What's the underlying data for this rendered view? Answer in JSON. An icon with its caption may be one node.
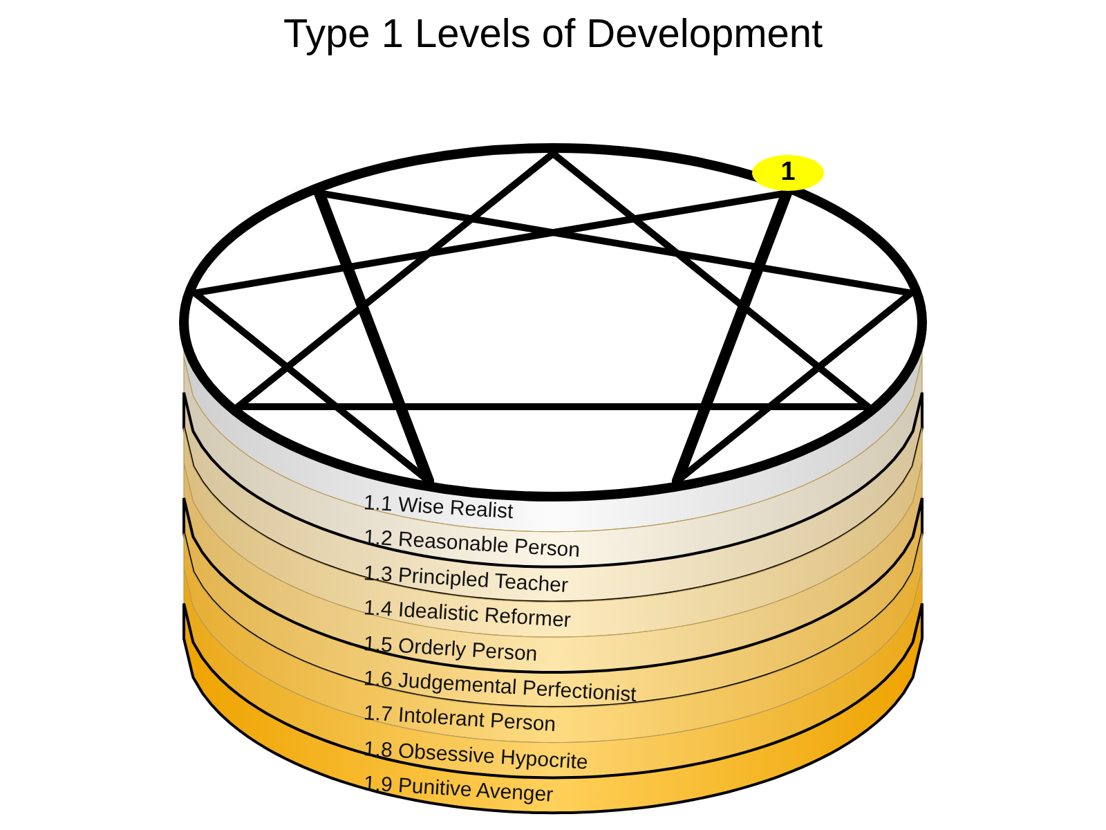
{
  "diagram": {
    "title": "Type 1 Levels of Development",
    "nodes": [
      {
        "text": [
          "1"
        ]
      },
      {
        "text": [
          "1.1 Wise Realist"
        ]
      },
      {
        "text": [
          "1.2 Reasonable Person"
        ]
      },
      {
        "text": [
          "1.3 Principled Teacher"
        ]
      },
      {
        "text": [
          "1.4 Idealistic Reformer"
        ]
      },
      {
        "text": [
          "1.5 Orderly Person"
        ]
      },
      {
        "text": [
          "1.6 Judgemental Perfectionist"
        ]
      },
      {
        "text": [
          "1.7 Intolerant Person"
        ]
      },
      {
        "text": [
          "1.8 Obsessive Hypocrite"
        ]
      },
      {
        "text": [
          "1.9 Punitive Avenger"
        ]
      }
    ]
  }
}
